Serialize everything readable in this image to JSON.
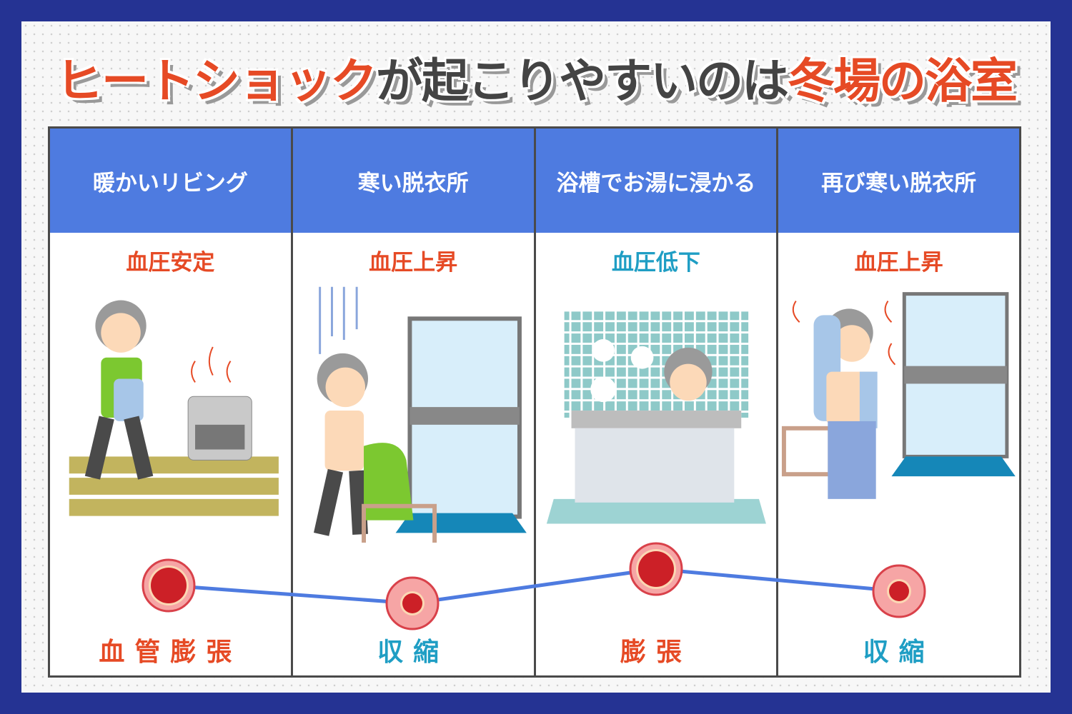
{
  "title": {
    "part1": "ヒートショック",
    "part2": "が起こりやすいのは",
    "part3": "冬場の浴室"
  },
  "columns": [
    {
      "header": "暖かいリビング",
      "blood_pressure": "血圧安定",
      "vessel": "血管膨張",
      "bp_color": "orange",
      "vessel_color": "orange",
      "vessel_state": "dilated"
    },
    {
      "header": "寒い脱衣所",
      "blood_pressure": "血圧上昇",
      "vessel": "収縮",
      "bp_color": "orange",
      "vessel_color": "teal",
      "vessel_state": "constricted"
    },
    {
      "header": "浴槽でお湯に浸かる",
      "blood_pressure": "血圧低下",
      "vessel": "膨張",
      "bp_color": "teal",
      "vessel_color": "orange",
      "vessel_state": "dilated"
    },
    {
      "header": "再び寒い脱衣所",
      "blood_pressure": "血圧上昇",
      "vessel": "収縮",
      "bp_color": "orange",
      "vessel_color": "teal",
      "vessel_state": "constricted"
    }
  ],
  "colors": {
    "frame": "#253393",
    "header": "#4e7be0",
    "orange": "#e64a25",
    "teal": "#1f9ec4",
    "line": "#4e7be0",
    "vessel_red": "#cc2027"
  }
}
